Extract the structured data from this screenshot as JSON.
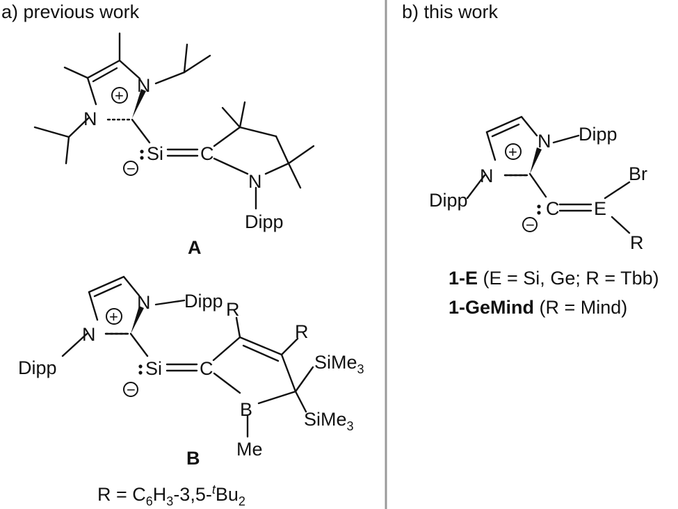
{
  "panels": {
    "a": {
      "heading": "a) previous work",
      "compound_A": {
        "label": "A",
        "atoms": {
          "N1": "N",
          "N2": "N",
          "Si": "Si",
          "C": "C",
          "N3": "N",
          "Dipp": "Dipp"
        },
        "charges": {
          "plus": "+",
          "minus": "−"
        }
      },
      "compound_B": {
        "label": "B",
        "atoms": {
          "N1": "N",
          "N2": "N",
          "Dipp1": "Dipp",
          "Dipp2": "Dipp",
          "Si": "Si",
          "C": "C",
          "B": "B",
          "Me": "Me",
          "R1": "R",
          "R2": "R",
          "SiMe3_1": "SiMe",
          "SiMe3_2": "SiMe",
          "sub3": "3"
        },
        "charges": {
          "plus": "+",
          "minus": "−"
        }
      },
      "footnote": {
        "prefix": "R = C",
        "sub6": "6",
        "mid": "H",
        "sub3": "3",
        "suffix": "-3,5-",
        "t": "t",
        "bu": "Bu",
        "sub2": "2"
      }
    },
    "b": {
      "heading": "b) this work",
      "compound_1E": {
        "atoms": {
          "N1": "N",
          "N2": "N",
          "Dipp1": "Dipp",
          "Dipp2": "Dipp",
          "C": "C",
          "E": "E",
          "Br": "Br",
          "R": "R"
        },
        "charges": {
          "plus": "+",
          "minus": "−"
        }
      },
      "caption_1": {
        "bold": "1-E",
        "rest": " (E = Si, Ge; R = Tbb)"
      },
      "caption_2": {
        "bold": "1-GeMind",
        "rest": " (R = Mind)"
      }
    }
  },
  "colors": {
    "divider": "#9a9a9a",
    "ink": "#111111"
  }
}
